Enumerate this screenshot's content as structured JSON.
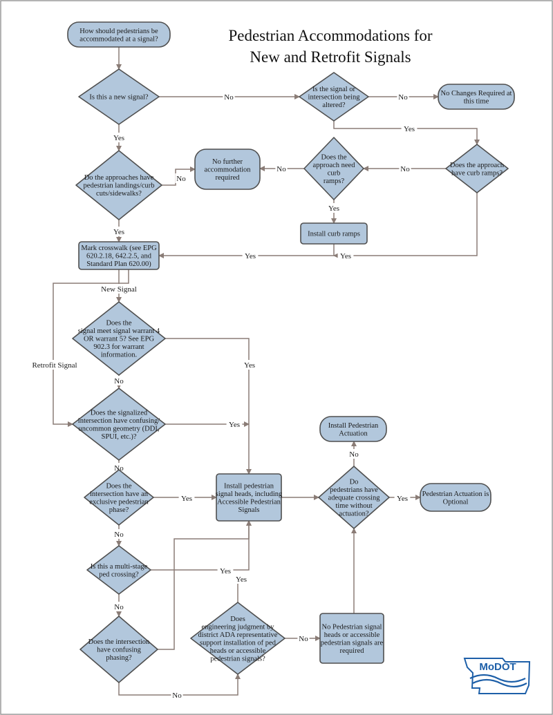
{
  "title": [
    "Pedestrian Accommodations for",
    "New and Retrofit Signals"
  ],
  "logo": {
    "text": "MoDOT",
    "icon": "missouri-state-outline"
  },
  "colors": {
    "node_fill": "#b2c7dc",
    "node_stroke": "#4f4f4f",
    "edge": "#8a7c76",
    "logo": "#1d5fa8"
  },
  "nodes": [
    {
      "id": "start",
      "type": "terminal",
      "lines": [
        "How should pedestrians be",
        "accommodated at a signal?"
      ]
    },
    {
      "id": "q-new-signal",
      "type": "decision",
      "lines": [
        "Is this a new signal?"
      ]
    },
    {
      "id": "q-altered",
      "type": "decision",
      "lines": [
        "Is the signal or",
        "intersection being",
        "altered?"
      ]
    },
    {
      "id": "no-changes",
      "type": "terminal",
      "lines": [
        "No Changes Required at",
        "this time"
      ]
    },
    {
      "id": "q-landings",
      "type": "decision",
      "lines": [
        "Do the approaches have",
        "pedestrian landings/curb",
        "cuts/sidewalks?"
      ]
    },
    {
      "id": "no-further",
      "type": "terminal",
      "lines": [
        "No further",
        "accommodation",
        "required"
      ]
    },
    {
      "id": "q-need-ramps",
      "type": "decision",
      "lines": [
        "Does the",
        "approach need",
        "curb",
        "ramps?"
      ]
    },
    {
      "id": "q-have-ramps",
      "type": "decision",
      "lines": [
        "Does the approach",
        "have curb ramps?"
      ]
    },
    {
      "id": "install-ramps",
      "type": "process",
      "lines": [
        "Install curb ramps"
      ]
    },
    {
      "id": "mark-crosswalk",
      "type": "process",
      "lines": [
        "Mark crosswalk (see EPG",
        "620.2.18, 642.2.5, and",
        "Standard Plan 620.00)"
      ]
    },
    {
      "id": "q-warrant",
      "type": "decision",
      "lines": [
        "Does the",
        "signal meet signal warrant 4",
        "OR warrant 5? See EPG",
        "902.3 for warrant",
        "information."
      ]
    },
    {
      "id": "q-geometry",
      "type": "decision",
      "lines": [
        "Does the signalized",
        "intersection have confusing/",
        "uncommon geometry (DDI,",
        "SPUI, etc.)?"
      ]
    },
    {
      "id": "q-exclusive",
      "type": "decision",
      "lines": [
        "Does the",
        "intersection have an",
        "exclusive pedestrian",
        "phase?"
      ]
    },
    {
      "id": "install-signal-heads",
      "type": "process",
      "lines": [
        "Install pedestrian",
        "signal heads, including",
        "Accessible Pedestrian",
        "Signals"
      ]
    },
    {
      "id": "q-crossing-time",
      "type": "decision",
      "lines": [
        "Do",
        "pedestrians have",
        "adequate crossing",
        "time without",
        "actuation?"
      ]
    },
    {
      "id": "install-actuation",
      "type": "terminal",
      "lines": [
        "Install Pedestrian",
        "Actuation"
      ]
    },
    {
      "id": "actuation-optional",
      "type": "terminal",
      "lines": [
        "Pedestrian Actuation is",
        "Optional"
      ]
    },
    {
      "id": "q-multistage",
      "type": "decision",
      "lines": [
        "Is this a multi-stage",
        "ped crossing?"
      ]
    },
    {
      "id": "q-phasing",
      "type": "decision",
      "lines": [
        "Does the intersection",
        "have confusing",
        "phasing?"
      ]
    },
    {
      "id": "q-engineering",
      "type": "decision",
      "lines": [
        "Does",
        "engineering judgment by",
        "district ADA representative",
        "support installation of ped",
        "heads or accessible",
        "pedestrian signals?"
      ]
    },
    {
      "id": "no-ped-signal",
      "type": "process",
      "lines": [
        "No Pedestrian signal",
        "heads or accessible",
        "pedestrian signals are",
        "required"
      ]
    }
  ],
  "edges": [
    {
      "from": "start",
      "to": "q-new-signal",
      "label": ""
    },
    {
      "from": "q-new-signal",
      "to": "q-altered",
      "label": "No"
    },
    {
      "from": "q-altered",
      "to": "no-changes",
      "label": "No"
    },
    {
      "from": "q-altered",
      "to": "q-have-ramps",
      "label": "Yes"
    },
    {
      "from": "q-new-signal",
      "to": "q-landings",
      "label": "Yes"
    },
    {
      "from": "q-landings",
      "to": "no-further",
      "label": "No"
    },
    {
      "from": "q-have-ramps",
      "to": "q-need-ramps",
      "label": "No"
    },
    {
      "from": "q-need-ramps",
      "to": "no-further",
      "label": "No"
    },
    {
      "from": "q-need-ramps",
      "to": "install-ramps",
      "label": "Yes"
    },
    {
      "from": "install-ramps",
      "to": "mark-crosswalk",
      "label": "Yes"
    },
    {
      "from": "q-have-ramps",
      "to": "mark-crosswalk",
      "label": "Yes"
    },
    {
      "from": "q-landings",
      "to": "mark-crosswalk",
      "label": "Yes"
    },
    {
      "from": "mark-crosswalk",
      "to": "q-warrant",
      "label": "New Signal"
    },
    {
      "from": "mark-crosswalk",
      "to": "q-geometry",
      "label": "Retrofit Signal"
    },
    {
      "from": "q-warrant",
      "to": "install-signal-heads",
      "label": "Yes"
    },
    {
      "from": "q-warrant",
      "to": "q-geometry",
      "label": "No"
    },
    {
      "from": "q-geometry",
      "to": "install-signal-heads",
      "label": "Yes"
    },
    {
      "from": "q-geometry",
      "to": "q-exclusive",
      "label": "No"
    },
    {
      "from": "q-exclusive",
      "to": "install-signal-heads",
      "label": "Yes"
    },
    {
      "from": "q-exclusive",
      "to": "q-multistage",
      "label": "No"
    },
    {
      "from": "q-multistage",
      "to": "install-signal-heads",
      "label": "Yes"
    },
    {
      "from": "q-multistage",
      "to": "q-phasing",
      "label": "No"
    },
    {
      "from": "q-phasing",
      "to": "install-signal-heads",
      "label": ""
    },
    {
      "from": "q-phasing",
      "to": "q-engineering",
      "label": "No"
    },
    {
      "from": "q-engineering",
      "to": "install-signal-heads",
      "label": "Yes"
    },
    {
      "from": "q-engineering",
      "to": "no-ped-signal",
      "label": "No"
    },
    {
      "from": "no-ped-signal",
      "to": "q-crossing-time",
      "label": ""
    },
    {
      "from": "install-signal-heads",
      "to": "q-crossing-time",
      "label": ""
    },
    {
      "from": "q-crossing-time",
      "to": "install-actuation",
      "label": "No"
    },
    {
      "from": "q-crossing-time",
      "to": "actuation-optional",
      "label": "Yes"
    }
  ]
}
